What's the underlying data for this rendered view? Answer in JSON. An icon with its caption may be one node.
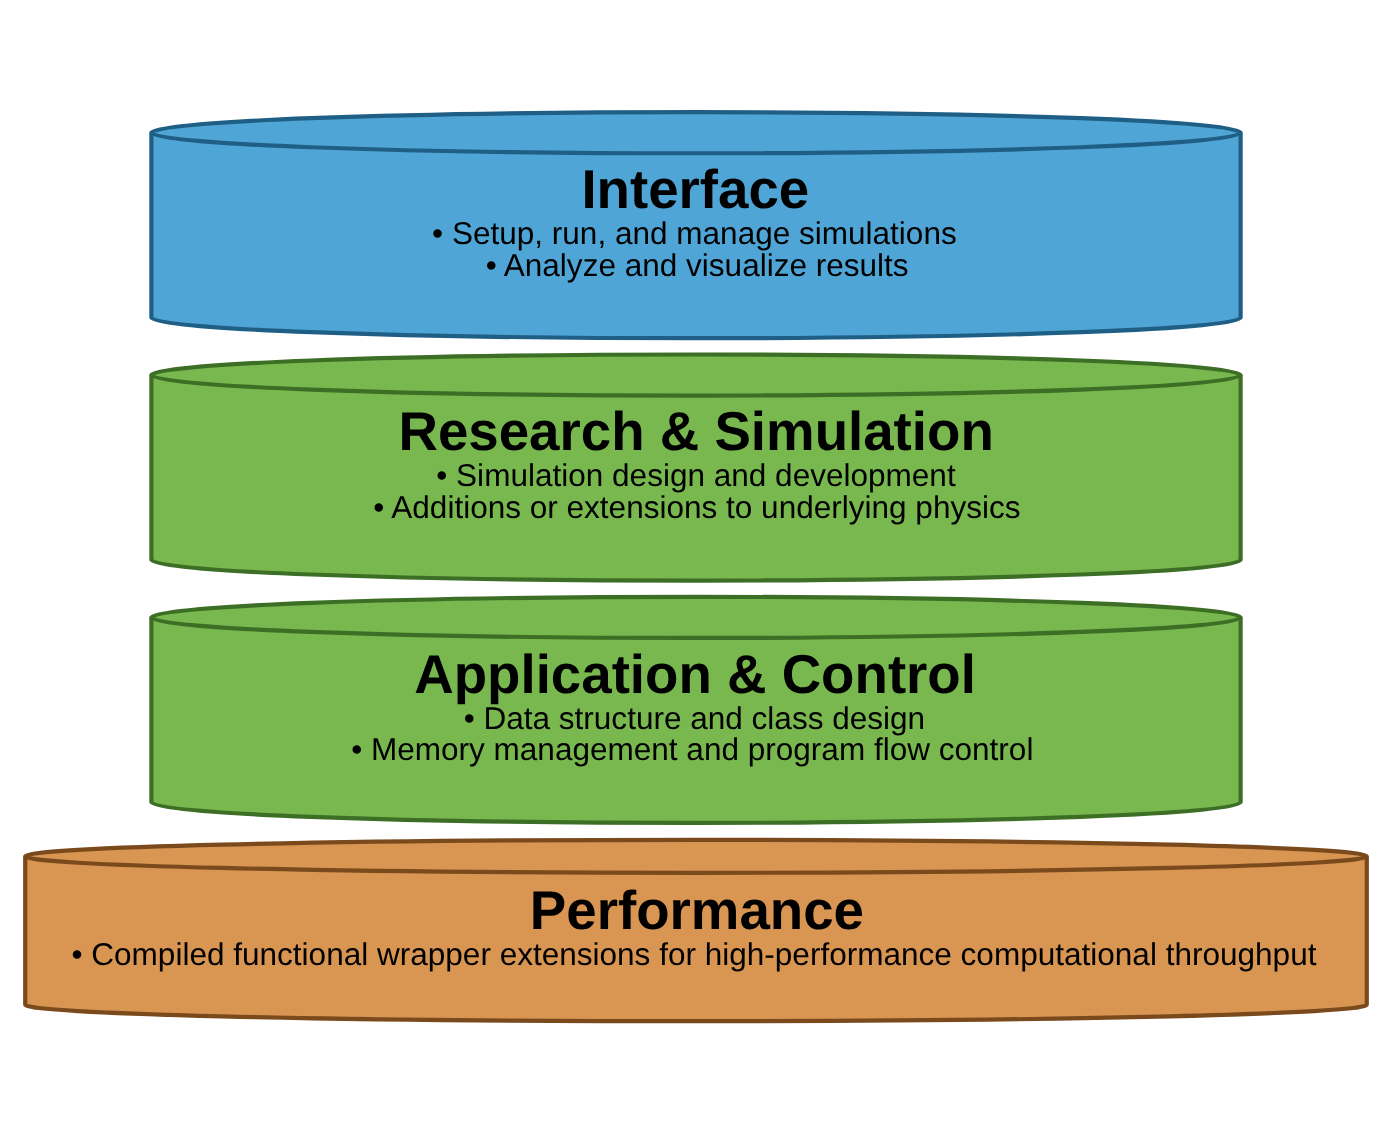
{
  "diagram": {
    "nodes": [
      {
        "text": [
          "Interface",
          "• Setup, run, and manage simulations",
          "• Analyze and visualize results"
        ]
      },
      {
        "text": [
          "Research & Simulation",
          "• Simulation design and development",
          "• Additions or extensions to underlying physics"
        ]
      },
      {
        "text": [
          "Application & Control",
          "• Data structure and class design",
          "• Memory management and program flow control"
        ]
      },
      {
        "text": [
          "Performance",
          "• Compiled functional wrapper extensions for high-performance computational throughput"
        ]
      }
    ],
    "edges": []
  }
}
